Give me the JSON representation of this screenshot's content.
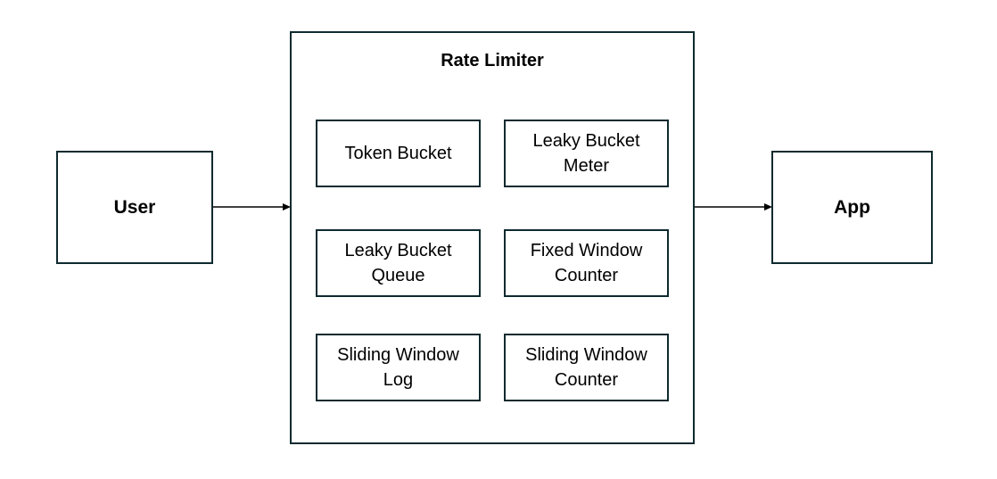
{
  "user": {
    "label": "User"
  },
  "app": {
    "label": "App"
  },
  "rate_limiter": {
    "title": "Rate Limiter",
    "algorithms": [
      "Token Bucket",
      "Leaky Bucket\nMeter",
      "Leaky Bucket\nQueue",
      "Fixed Window\nCounter",
      "Sliding Window\nLog",
      "Sliding Window\nCounter"
    ]
  },
  "colors": {
    "border": "#0e2a2f",
    "text": "#000000",
    "background": "#ffffff"
  }
}
